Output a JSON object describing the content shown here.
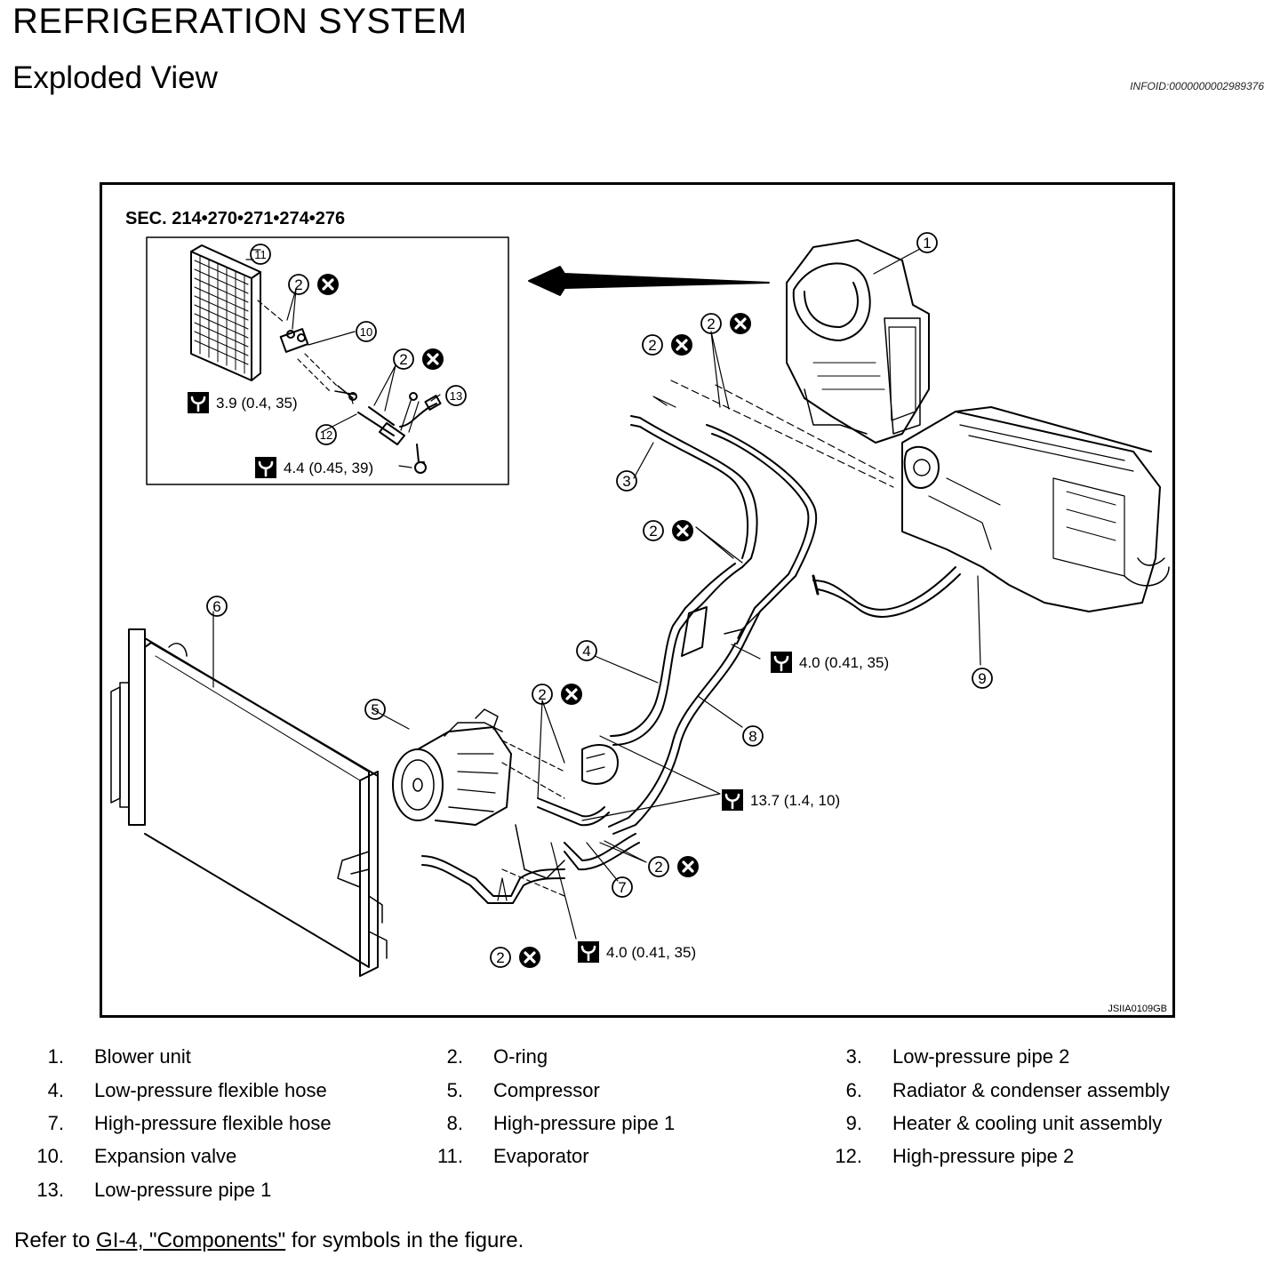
{
  "header": {
    "title": "REFRIGERATION SYSTEM",
    "subtitle": "Exploded View",
    "info_id": "INFOID:0000000002989376"
  },
  "figure": {
    "section_label": "SEC. 214•270•271•274•276",
    "figure_code": "JSIIA0109GB",
    "callouts": [
      "1",
      "2",
      "3",
      "4",
      "5",
      "6",
      "7",
      "8",
      "9",
      "10",
      "11",
      "12",
      "13"
    ],
    "torques": {
      "t_expansion": "3.9 (0.4, 35)",
      "t_pipe_block": "4.4 (0.45, 39)",
      "t_upper": "4.0 (0.41, 35)",
      "t_compressor": "13.7 (1.4, 10)",
      "t_lower": "4.0 (0.41, 35)"
    }
  },
  "legend": [
    {
      "num": "1.",
      "label": "Blower unit"
    },
    {
      "num": "2.",
      "label": "O-ring"
    },
    {
      "num": "3.",
      "label": "Low-pressure pipe 2"
    },
    {
      "num": "4.",
      "label": "Low-pressure flexible hose"
    },
    {
      "num": "5.",
      "label": "Compressor"
    },
    {
      "num": "6.",
      "label": "Radiator & condenser assembly"
    },
    {
      "num": "7.",
      "label": "High-pressure flexible hose"
    },
    {
      "num": "8.",
      "label": "High-pressure pipe 1"
    },
    {
      "num": "9.",
      "label": "Heater & cooling unit assembly"
    },
    {
      "num": "10.",
      "label": "Expansion valve"
    },
    {
      "num": "11.",
      "label": "Evaporator"
    },
    {
      "num": "12.",
      "label": "High-pressure pipe 2"
    },
    {
      "num": "13.",
      "label": "Low-pressure pipe 1"
    }
  ],
  "footnote": {
    "prefix": "Refer to ",
    "link": "GI-4, \"Components\"",
    "suffix": " for symbols in the figure."
  }
}
